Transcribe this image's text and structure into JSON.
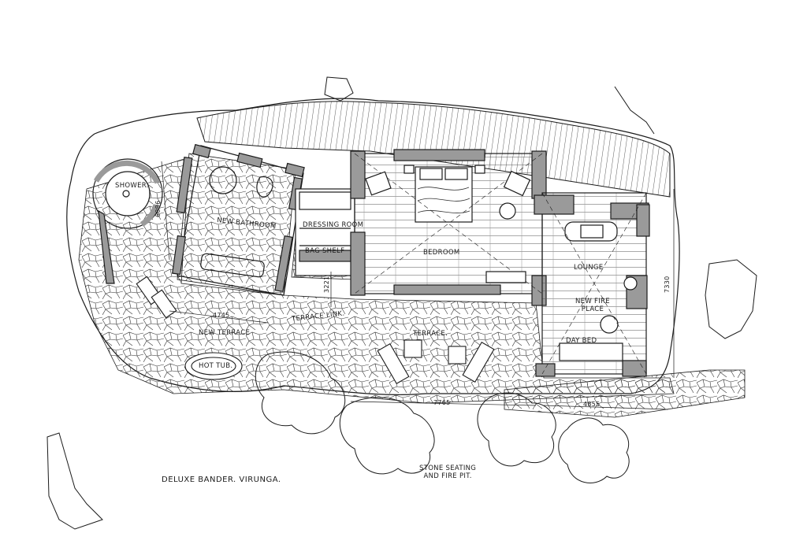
{
  "drawing": {
    "title": "DELUXE BANDER. VIRUNGA.",
    "rooms": {
      "shower": "SHOWER.",
      "bathroom": "NEW BATHROOM",
      "dressing": "DRESSING ROOM",
      "bag_shelf": "BAG SHELF",
      "bedroom": "BEDROOM",
      "lounge": "LOUNGE",
      "fireplace_line1": "NEW FIRE",
      "fireplace_line2": "PLACE",
      "day_bed": "DAY BED",
      "terrace_link": "TERRACE LINK.",
      "terrace": "TERRACE.",
      "new_terrace": "NEW TERRACE",
      "hot_tub": "HOT TUB.",
      "seating_line1": "STONE SEATING",
      "seating_line2": "AND FIRE PIT."
    },
    "dimensions": {
      "d4745": "4745",
      "d7765": "7765",
      "d4855": "4855",
      "d7330": "7330",
      "d6096": "6096",
      "d3221": "3221"
    },
    "colors": {
      "ink": "#1b1b1b",
      "wall_fill": "#9a9a9a",
      "paper": "#ffffff"
    }
  }
}
